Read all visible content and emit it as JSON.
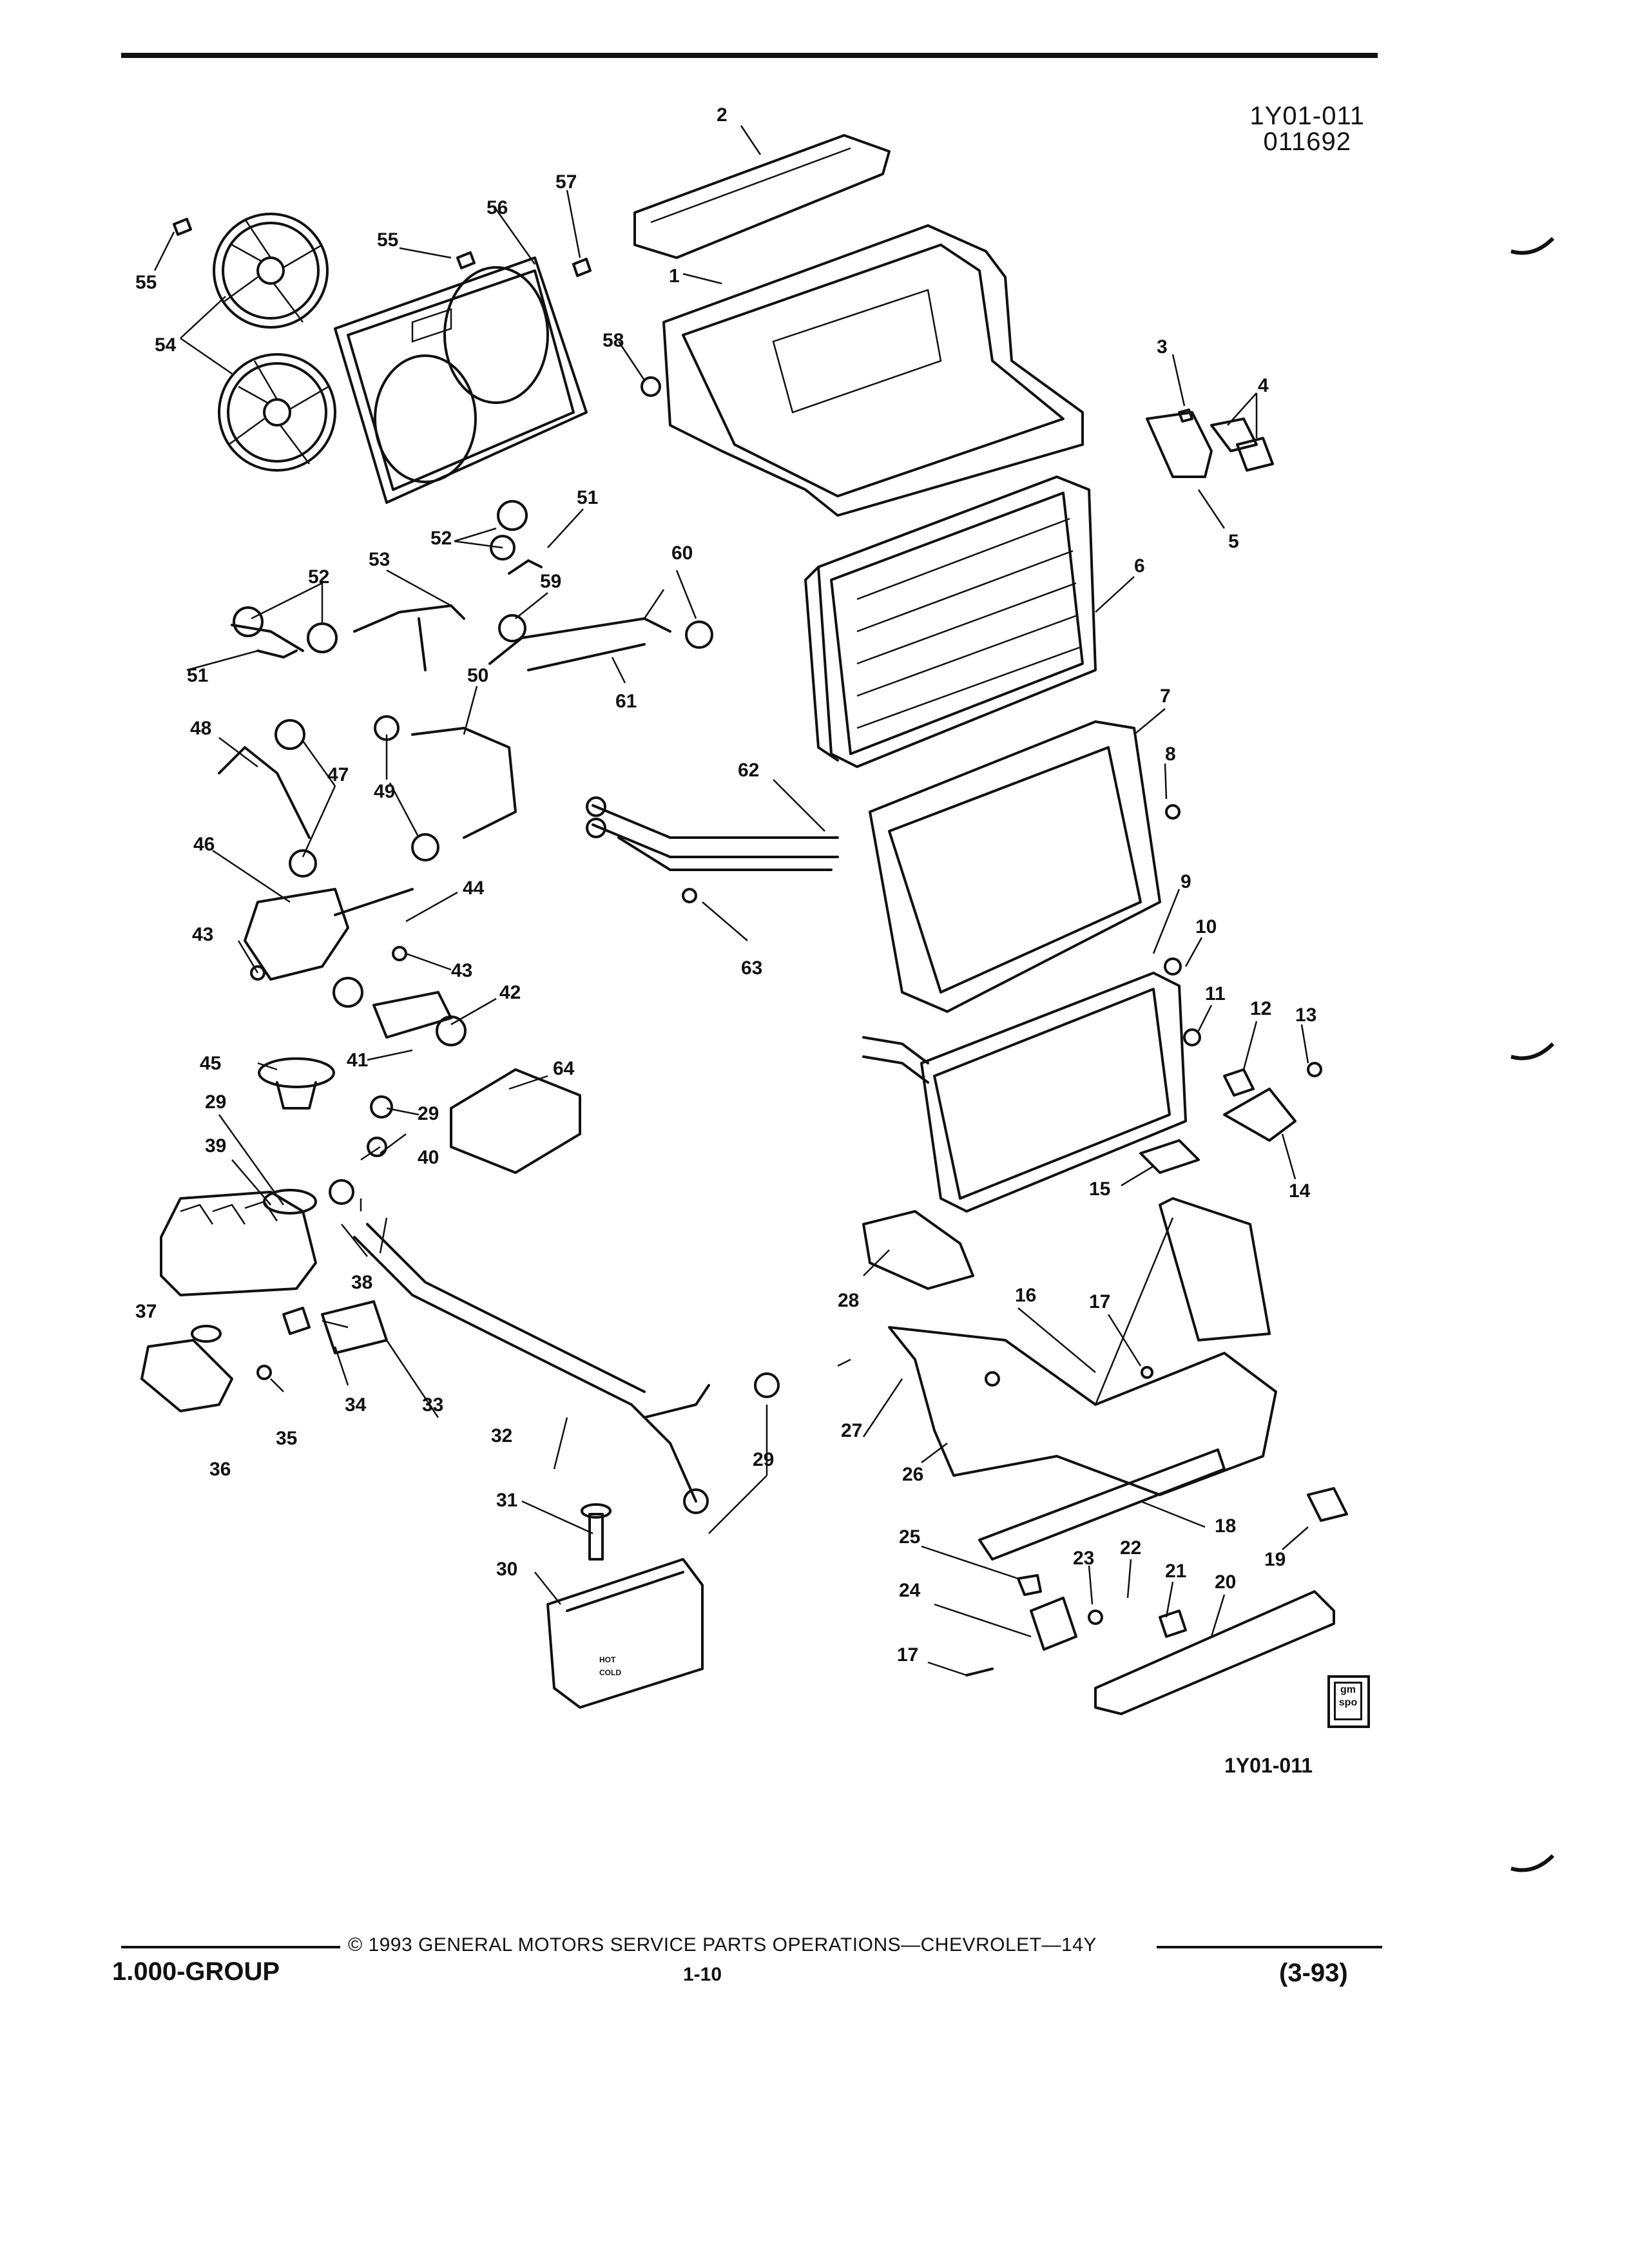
{
  "figure": {
    "code_line1": "1Y01-011",
    "code_line2": "011692",
    "id_bottom": "1Y01-011"
  },
  "callouts": [
    "1",
    "2",
    "3",
    "4",
    "5",
    "6",
    "7",
    "8",
    "9",
    "10",
    "11",
    "12",
    "13",
    "14",
    "15",
    "16",
    "17",
    "17",
    "18",
    "19",
    "20",
    "21",
    "22",
    "23",
    "24",
    "25",
    "26",
    "27",
    "28",
    "29",
    "29",
    "29",
    "30",
    "31",
    "32",
    "33",
    "34",
    "35",
    "36",
    "37",
    "38",
    "39",
    "40",
    "41",
    "41",
    "42",
    "43",
    "43",
    "44",
    "45",
    "46",
    "47",
    "47",
    "48",
    "49",
    "49",
    "50",
    "51",
    "51",
    "52",
    "52",
    "53",
    "54",
    "55",
    "55",
    "56",
    "57",
    "58",
    "59",
    "60",
    "61",
    "62",
    "63",
    "64"
  ],
  "reservoir_label": {
    "line1": "HOT",
    "line2": "COLD"
  },
  "logo_text": {
    "line1": "gm",
    "line2": "spo"
  },
  "footer": {
    "copyright": "© 1993 GENERAL MOTORS SERVICE PARTS OPERATIONS—CHEVROLET—14Y",
    "group": "1.000-GROUP",
    "page": "1-10",
    "date": "(3-93)"
  }
}
